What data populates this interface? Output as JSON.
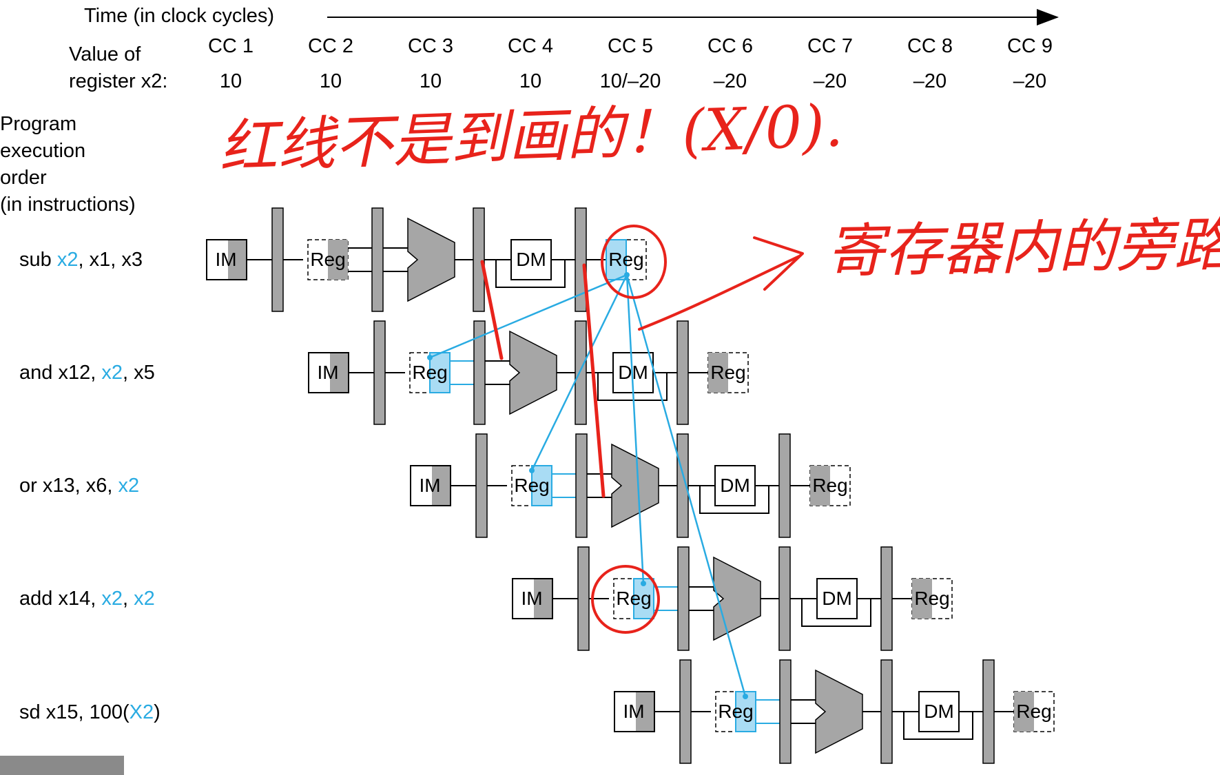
{
  "header": {
    "time_label": "Time (in clock cycles)",
    "value_label_1": "Value of",
    "value_label_2": "register x2:"
  },
  "cycles": [
    {
      "label": "CC 1",
      "value": "10"
    },
    {
      "label": "CC 2",
      "value": "10"
    },
    {
      "label": "CC 3",
      "value": "10"
    },
    {
      "label": "CC 4",
      "value": "10"
    },
    {
      "label": "CC 5",
      "value": "10/–20"
    },
    {
      "label": "CC 6",
      "value": "–20"
    },
    {
      "label": "CC 7",
      "value": "–20"
    },
    {
      "label": "CC 8",
      "value": "–20"
    },
    {
      "label": "CC 9",
      "value": "–20"
    }
  ],
  "order_label": {
    "line1": "Program",
    "line2": "execution",
    "line3": "order",
    "line4": "(in instructions)"
  },
  "instructions": [
    {
      "op": "sub ",
      "a": "x2",
      "sep1": ", ",
      "b": "x1",
      "sep2": ", ",
      "c": "x3"
    },
    {
      "op": "and ",
      "a": "x12",
      "sep1": ", ",
      "b": "x2",
      "sep2": ", ",
      "c": "x5"
    },
    {
      "op": "or ",
      "a": "x13",
      "sep1": ", ",
      "b": "x6",
      "sep2": ", ",
      "c": "x2"
    },
    {
      "op": "add ",
      "a": "x14",
      "sep1": ", ",
      "b": "x2",
      "sep2": ", ",
      "c": "x2"
    },
    {
      "op": "sd ",
      "a": "x15",
      "sep1": ", ",
      "b": "100(",
      "b2": "X2",
      "c": ")"
    }
  ],
  "stages": {
    "im": "IM",
    "reg": "Reg",
    "dm": "DM"
  },
  "annotations": {
    "note_top": "红线不是到画的！(X/0).",
    "note_right": "寄存器内的旁路"
  },
  "colors": {
    "highlight": "#29abe2",
    "stage_gray": "#a6a6a6",
    "ink_red": "#e8231b"
  }
}
